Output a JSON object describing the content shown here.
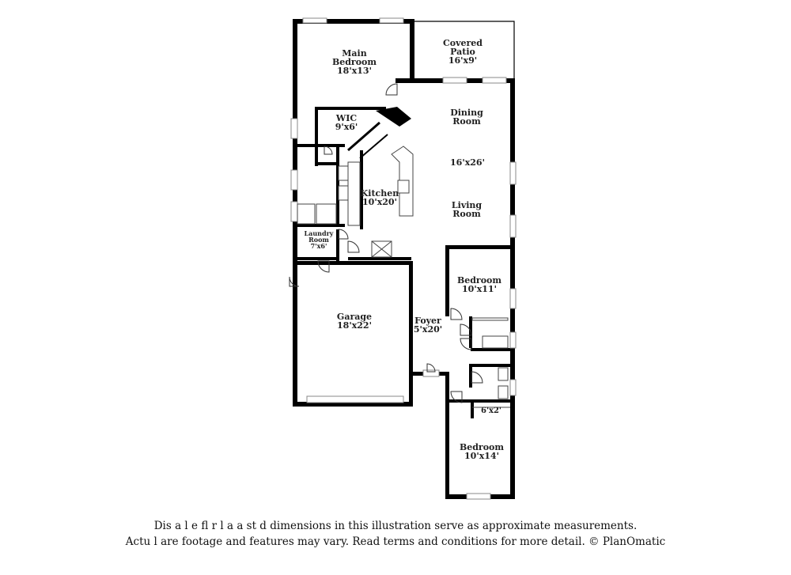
{
  "rooms": {
    "main_bedroom": {
      "name_line1": "Main",
      "name_line2": "Bedroom",
      "dims": "18'x13'"
    },
    "covered_patio": {
      "name_line1": "Covered",
      "name_line2": "Patio",
      "dims": "16'x9'"
    },
    "wic": {
      "name": "WIC",
      "dims": "9'x6'"
    },
    "dining_room": {
      "name_line1": "Dining",
      "name_line2": "Room"
    },
    "great_room_dims": "16'x26'",
    "living_room": {
      "name_line1": "Living",
      "name_line2": "Room"
    },
    "kitchen": {
      "name": "Kitchen",
      "dims": "10'x20'"
    },
    "laundry": {
      "name_line1": "Laundry",
      "name_line2": "Room",
      "dims": "7'x6'"
    },
    "bedroom_2": {
      "name": "Bedroom",
      "dims": "10'x11'"
    },
    "garage": {
      "name": "Garage",
      "dims": "18'x22'"
    },
    "foyer": {
      "name": "Foyer",
      "dims": "5'x20'"
    },
    "closet": {
      "dims": "6'x2'"
    },
    "bedroom_3": {
      "name": "Bedroom",
      "dims": "10'x14'"
    }
  },
  "disclaimer": {
    "line1": "Dis a      l e fl   r  l a  a  st  d dimensions in this illustration serve as approximate measurements.",
    "line2": "Actu  l    are footage and features may vary. Read terms and conditions for more detail. © PlanOmatic"
  }
}
